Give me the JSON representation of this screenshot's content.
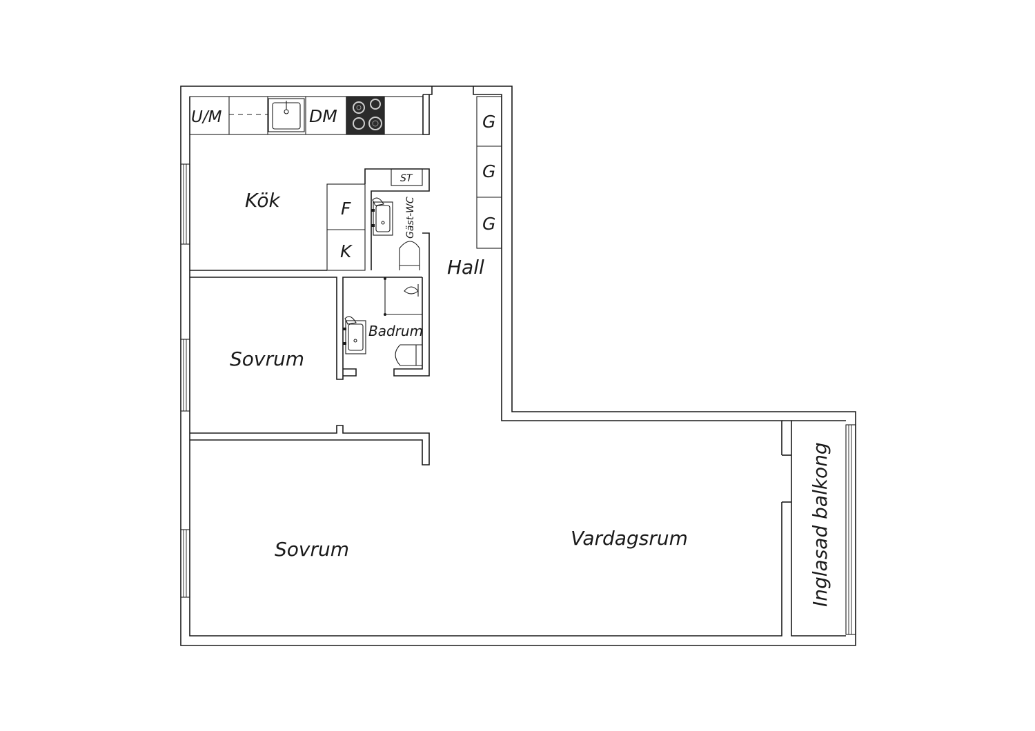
{
  "rooms": {
    "kitchen": "Kök",
    "hall": "Hall",
    "guest_wc": "Gäst-WC",
    "bathroom": "Badrum",
    "bedroom_1": "Sovrum",
    "bedroom_2": "Sovrum",
    "living_room": "Vardagsrum",
    "balcony": "Inglasad balkong"
  },
  "fixtures": {
    "oven_microwave": "U/M",
    "dishwasher": "DM",
    "fridge": "F",
    "freezer": "K",
    "storage": "ST",
    "wardrobe_1": "G",
    "wardrobe_2": "G",
    "wardrobe_3": "G"
  }
}
